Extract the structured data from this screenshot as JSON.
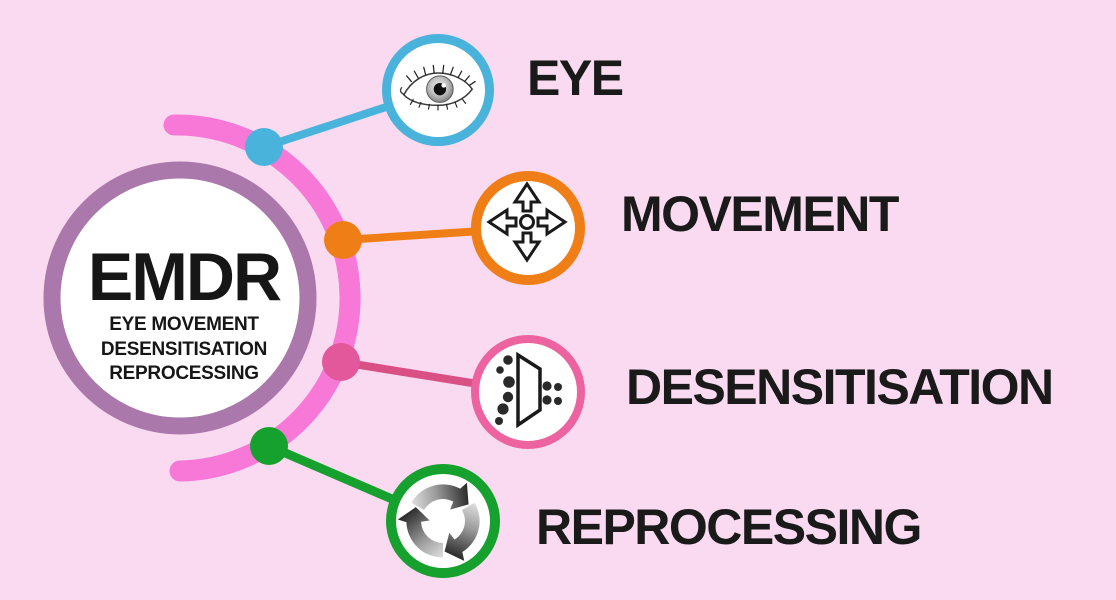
{
  "title": "EMDR infographic",
  "background_color": "#f9daf1",
  "text_color": "#1a1a1a",
  "center": {
    "title": "EMDR",
    "subtitle_lines": [
      "EYE MOVEMENT",
      "DESENSITISATION",
      "REPROCESSING"
    ],
    "ring_color": "#aa78aa",
    "arc_color": "#f878d8",
    "fill_color": "#ffffff"
  },
  "branches": [
    {
      "label": "EYE",
      "icon": "eye-icon",
      "color": "#49b3dc",
      "dot_color": "#49b3dc",
      "line_color": "#49b3dc"
    },
    {
      "label": "MOVEMENT",
      "icon": "movement-arrows-icon",
      "color": "#f07e16",
      "dot_color": "#f07e16",
      "line_color": "#f07e16"
    },
    {
      "label": "DESENSITISATION",
      "icon": "desensitisation-dots-icon",
      "color": "#ec639f",
      "dot_color": "#e2589b",
      "line_color": "#d95085"
    },
    {
      "label": "REPROCESSING",
      "icon": "reprocessing-cycle-icon",
      "color": "#16a02e",
      "dot_color": "#16a02e",
      "line_color": "#16a02e"
    }
  ]
}
